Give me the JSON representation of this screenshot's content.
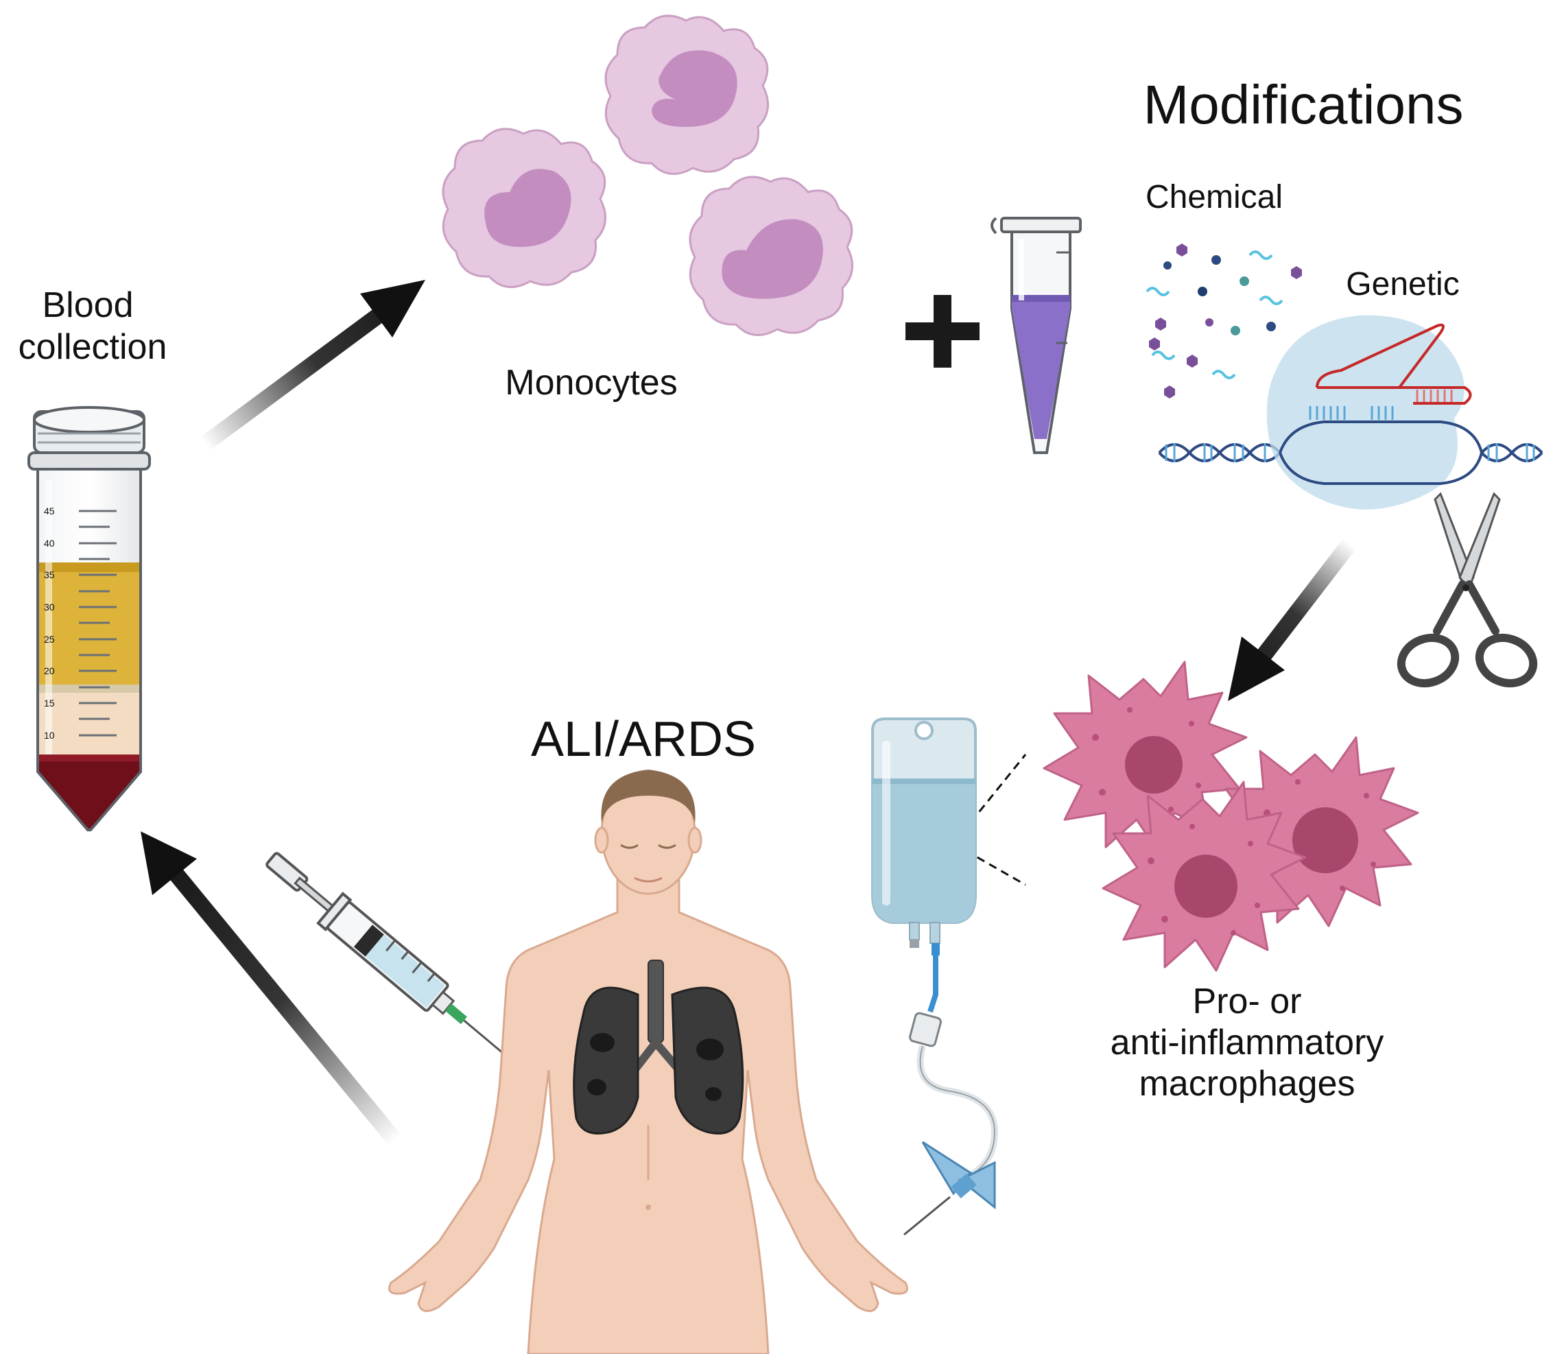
{
  "labels": {
    "blood_collection_line1": "Blood",
    "blood_collection_line2": "collection",
    "monocytes": "Monocytes",
    "modifications": "Modifications",
    "chemical": "Chemical",
    "genetic": "Genetic",
    "ali_ards": "ALI/ARDS",
    "macrophages_line1": "Pro- or",
    "macrophages_line2": "anti-inflammatory",
    "macrophages_line3": "macrophages"
  },
  "tube_scale": [
    "45",
    "40",
    "35",
    "30",
    "25",
    "20",
    "15",
    "10"
  ],
  "colors": {
    "monocyte_body": "#e6c8e0",
    "monocyte_nucleus": "#c38dc0",
    "macrophage_body": "#d97ca0",
    "macrophage_nucleus": "#a8466c",
    "plasma": "#deb33a",
    "buffy_coat": "#f4dcc2",
    "red_cells": "#6e0f1a",
    "reagent": "#8a70c9",
    "iv_fluid": "#a6cbdb",
    "skin": "#f3cfb9",
    "hair": "#8a6a4f",
    "lungs": "#3a3a3a",
    "arrow": "#111111"
  }
}
